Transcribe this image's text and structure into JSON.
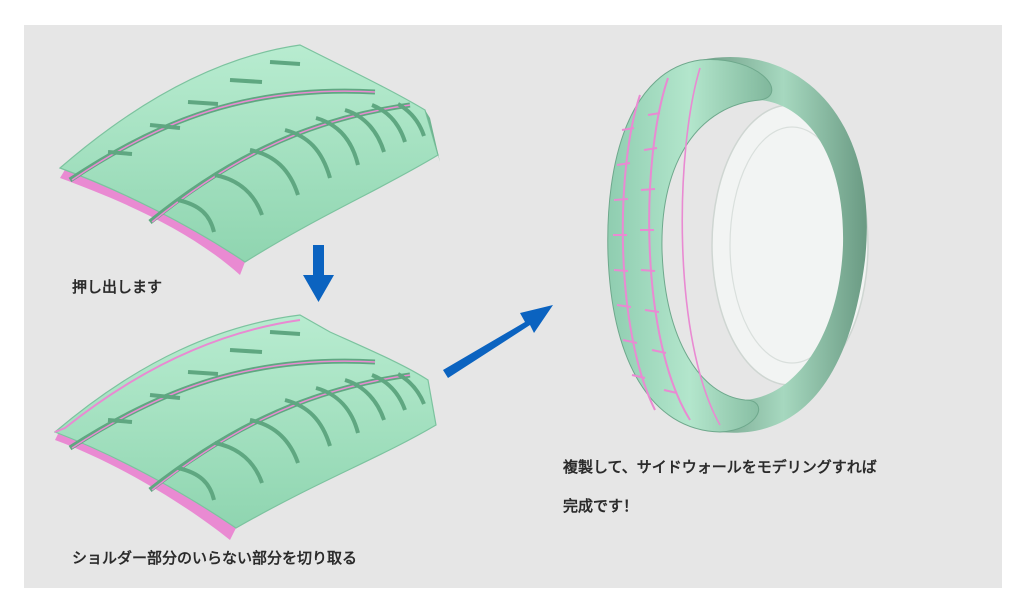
{
  "labels": {
    "extrude": "押し出します",
    "cut_shoulder": "ショルダー部分のいらない部分を切り取る",
    "final_line1": "複製して、サイドウォールをモデリングすれば",
    "final_line2": "完成です！"
  },
  "icons": {
    "down_arrow": "down-arrow-icon",
    "diagonal_arrow": "diagonal-arrow-icon"
  },
  "colors": {
    "panel_background": "#e6e6e6",
    "tread_green": "#9fe0bd",
    "tread_shadow": "#79c29d",
    "groove_pink": "#e98ad2",
    "tire_green": "#7fae98",
    "arrow_blue": "#0b63c0"
  }
}
